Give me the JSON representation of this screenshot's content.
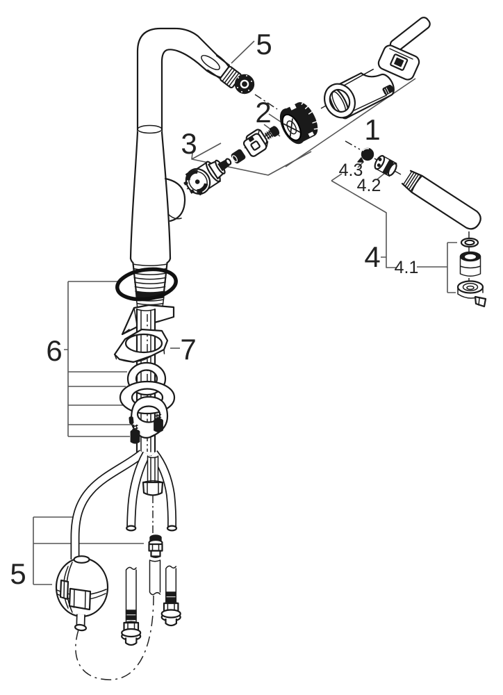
{
  "colors": {
    "background": "#ffffff",
    "line": "#1a1a1a",
    "leader": "#555555",
    "label": "#222222"
  },
  "callouts": {
    "spray_head": {
      "label": "5"
    },
    "mounting_nut": {
      "label": "2"
    },
    "handle_assembly": {
      "label": "1"
    },
    "cartridge": {
      "label": "3"
    },
    "spray_wand_group": {
      "label": "4"
    },
    "aerator_group": {
      "label": "4.1"
    },
    "check_valve": {
      "label": "4.2"
    },
    "valve_cap": {
      "label": "4.3"
    },
    "fixation_set": {
      "label": "6"
    },
    "escutcheon_plate": {
      "label": "7"
    },
    "hose_weight_set": {
      "label": "5"
    }
  }
}
